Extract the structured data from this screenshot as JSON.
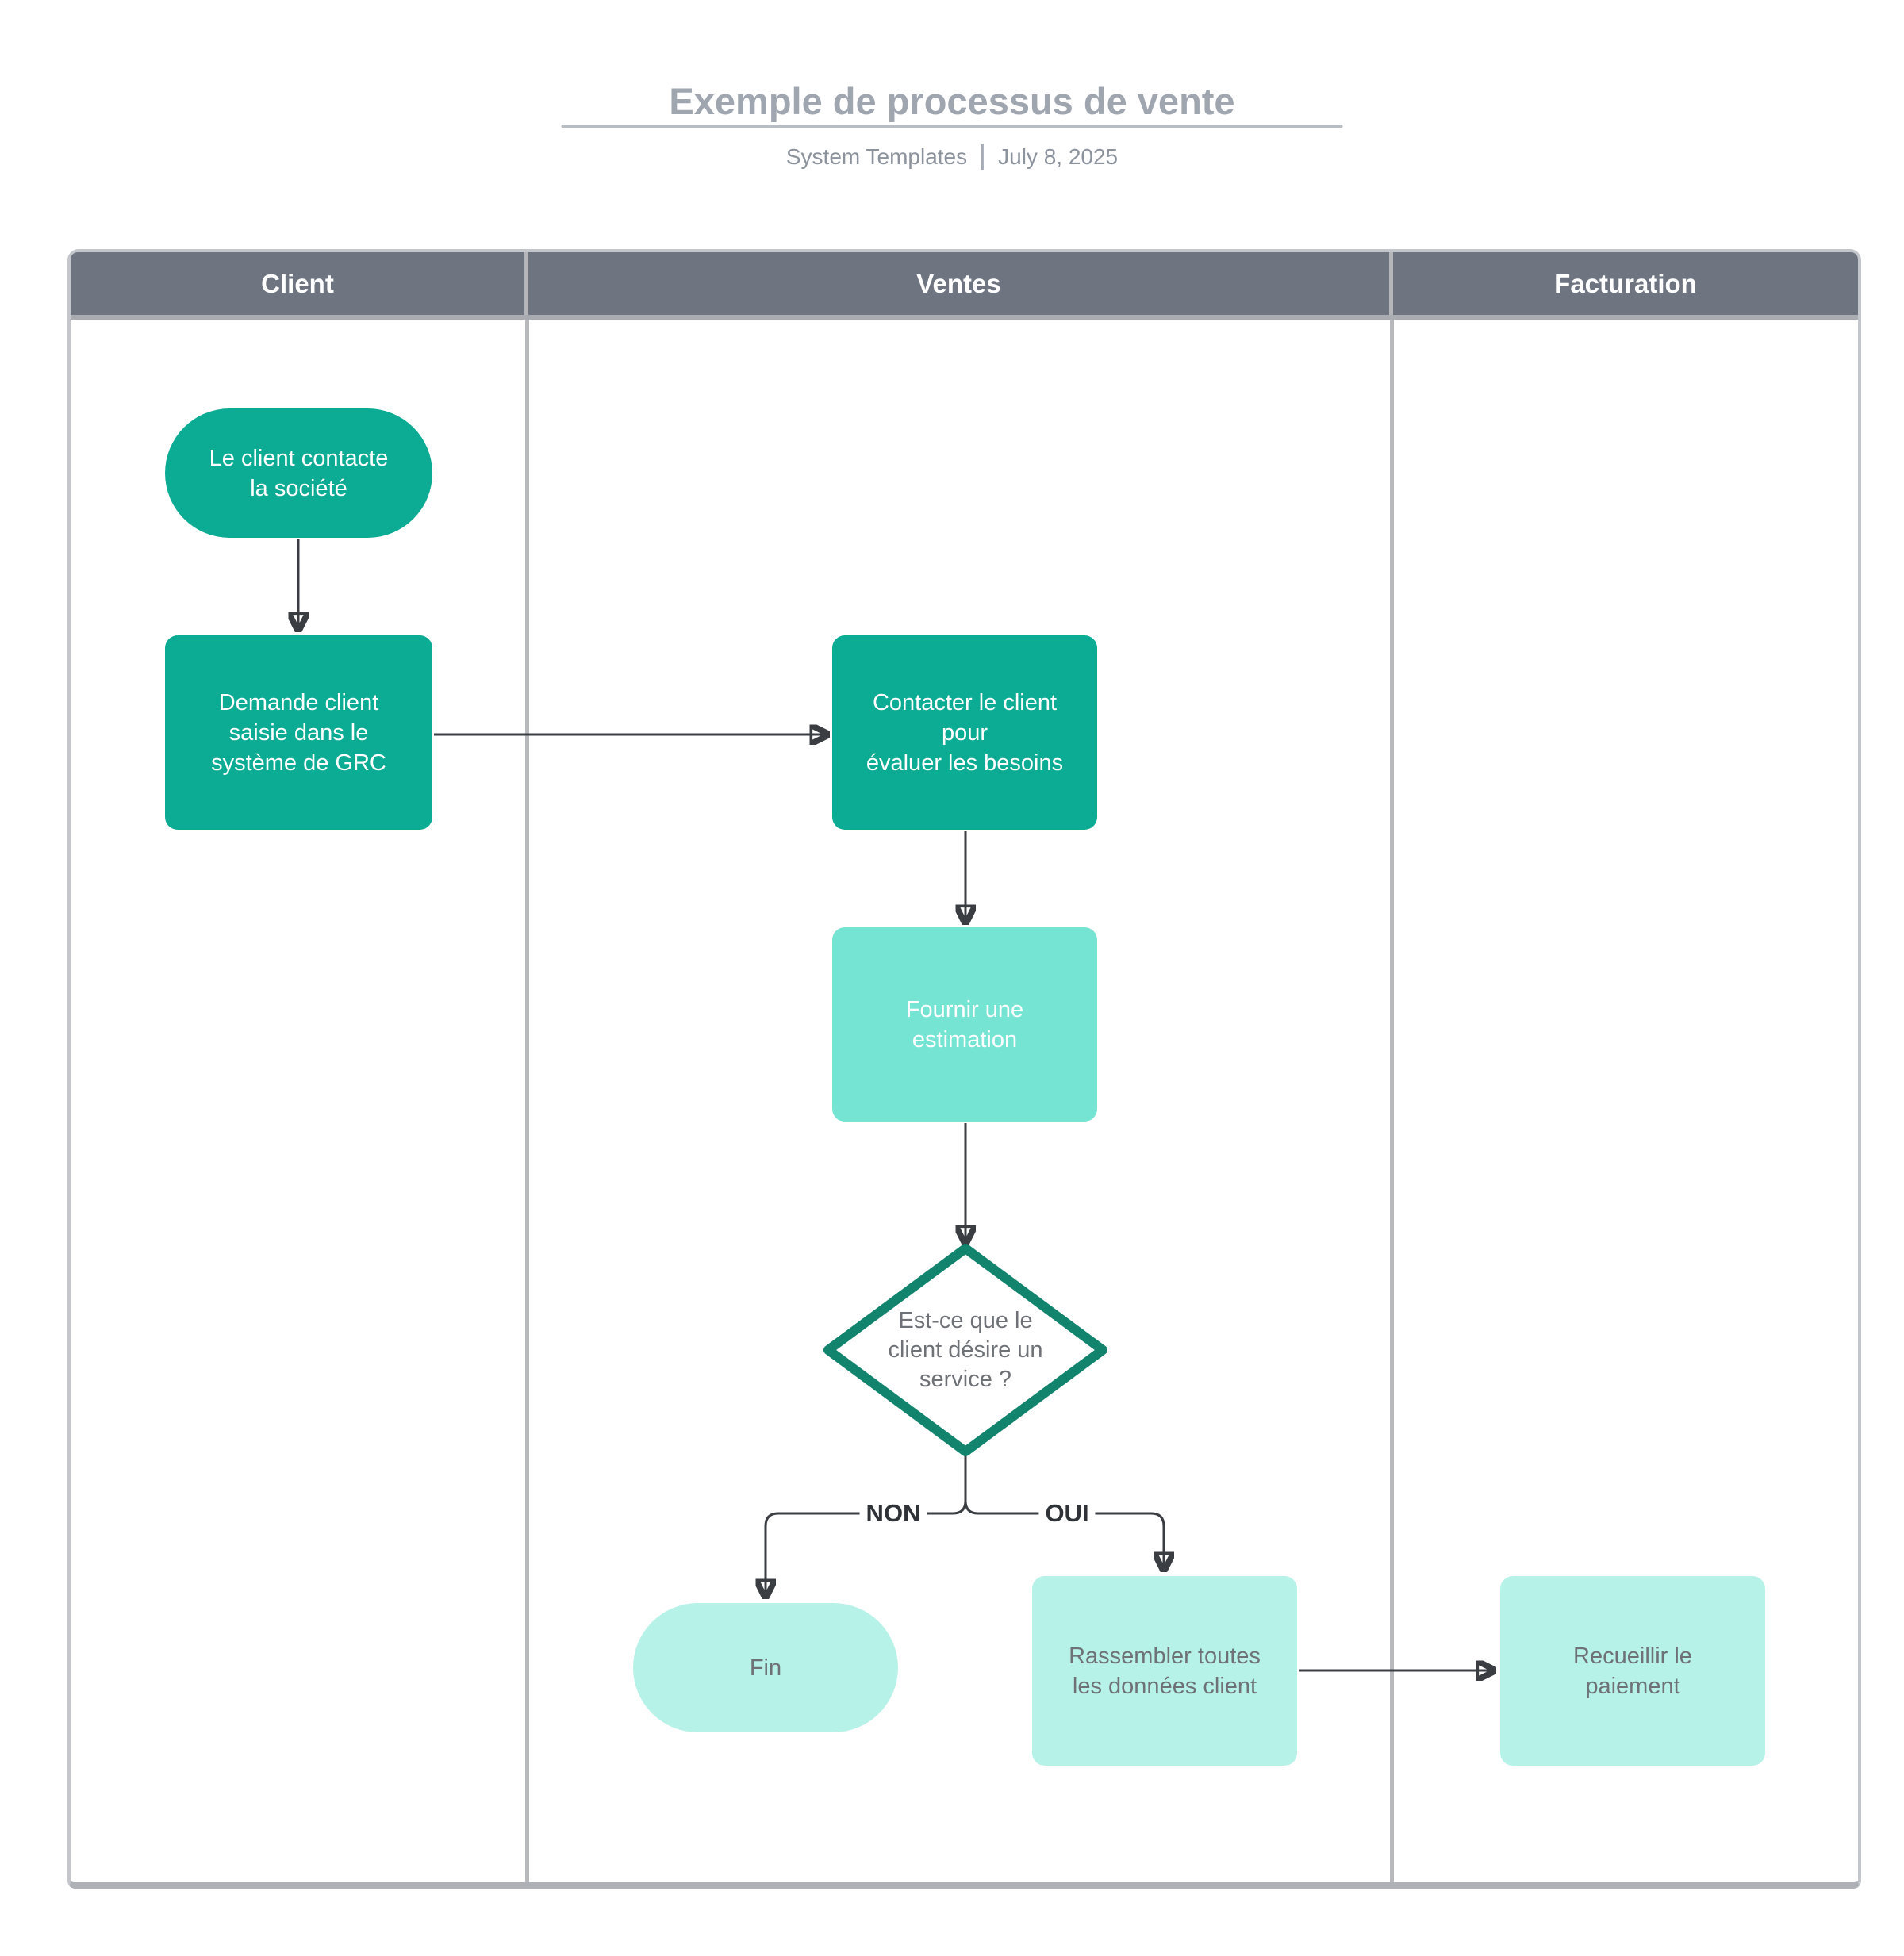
{
  "header": {
    "title": "Exemple de processus de vente",
    "author": "System Templates",
    "date": "July 8, 2025"
  },
  "lanes": [
    {
      "label": "Client"
    },
    {
      "label": "Ventes"
    },
    {
      "label": "Facturation"
    }
  ],
  "nodes": {
    "start": {
      "type": "terminator",
      "lane": "Client",
      "lines": [
        "Le client contacte",
        "la société"
      ]
    },
    "demande": {
      "type": "process",
      "lane": "Client",
      "lines": [
        "Demande client",
        "saisie dans le",
        "système de GRC"
      ]
    },
    "contacter": {
      "type": "process",
      "lane": "Ventes",
      "lines": [
        "Contacter le client",
        "pour",
        "évaluer les besoins"
      ]
    },
    "fournir": {
      "type": "process",
      "lane": "Ventes",
      "lines": [
        "Fournir une",
        "estimation"
      ]
    },
    "decision": {
      "type": "decision",
      "lane": "Ventes",
      "lines": [
        "Est-ce que le",
        "client désire un",
        "service ?"
      ]
    },
    "fin": {
      "type": "terminator",
      "lane": "Ventes",
      "lines": [
        "Fin"
      ]
    },
    "rassembler": {
      "type": "process",
      "lane": "Ventes",
      "lines": [
        "Rassembler toutes",
        "les données client"
      ]
    },
    "recueillir": {
      "type": "process",
      "lane": "Facturation",
      "lines": [
        "Recueillir le",
        "paiement"
      ]
    }
  },
  "edges": {
    "non_label": "NON",
    "oui_label": "OUI"
  },
  "colors": {
    "node_teal": "#0cab93",
    "node_teal_light": "#76e4d3",
    "node_mint": "#b7f2e9",
    "decision_border": "#12846e",
    "lane_header_bg": "#6e7580",
    "table_border": "#c3c6cb",
    "arrow": "#3a3e42",
    "title_text": "#9fa6b0",
    "subtitle_text": "#8c939d",
    "node_gray_text": "#6e7277"
  }
}
